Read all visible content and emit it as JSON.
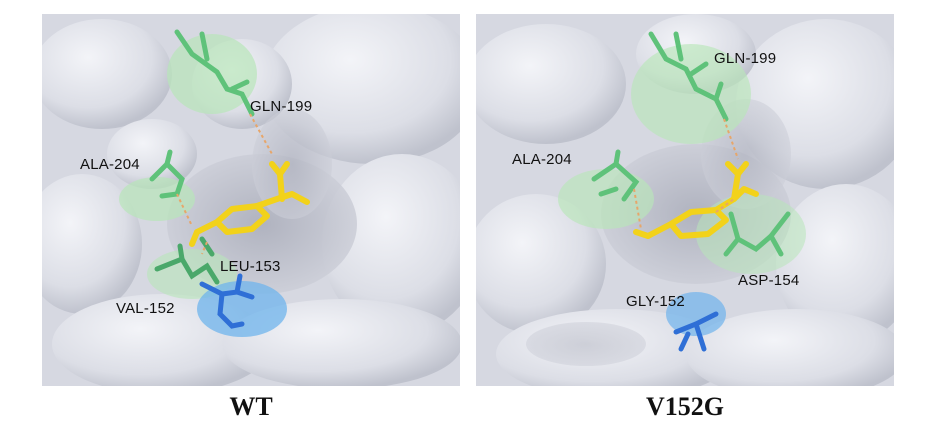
{
  "panels": [
    {
      "caption": "WT",
      "labels": {
        "gln": "GLN-199",
        "ala": "ALA-204",
        "leu": "LEU-153",
        "val": "VAL-152"
      }
    },
    {
      "caption": "V152G",
      "labels": {
        "gln": "GLN-199",
        "ala": "ALA-204",
        "asp": "ASP-154",
        "gly": "GLY-152"
      }
    }
  ],
  "colors": {
    "surface": "#d9dbe3",
    "surface_light": "#eef0f5",
    "surface_shadow": "#b9bcc8",
    "residue_green": "#5fc27a",
    "ligand_yellow": "#f2d21a",
    "residue_blue": "#2f6fd6",
    "hbond_dash": "#e7a66a"
  }
}
